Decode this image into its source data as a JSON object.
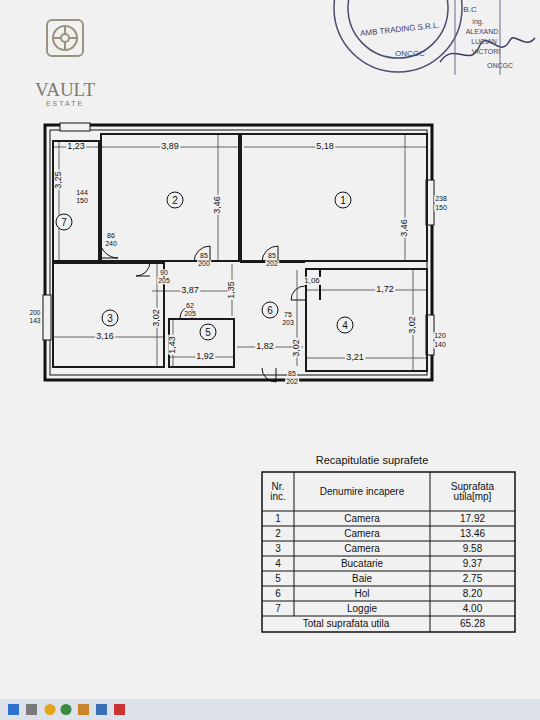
{
  "diagram": {
    "title": "Recapitulatie suprafete",
    "nodes": [
      {
        "text": [
          "7"
        ]
      },
      {
        "text": [
          "2"
        ]
      },
      {
        "text": [
          "1"
        ]
      },
      {
        "text": [
          "3"
        ]
      },
      {
        "text": [
          "5"
        ]
      },
      {
        "text": [
          "6"
        ]
      },
      {
        "text": [
          "4"
        ]
      }
    ],
    "labels": [
      "VAULT",
      "ESTATE",
      "AMB TRADING S.R.L.",
      "ONCGC",
      "B.C",
      "ing.",
      "ALEXAND",
      "LUCIAN",
      "VICTORI",
      "ONCGC",
      "1,23",
      "3,89",
      "5,18",
      "3,25",
      "3,46",
      "3,46",
      "144",
      "150",
      "86",
      "240",
      "238",
      "150",
      "85",
      "200",
      "85",
      "202",
      "90",
      "205",
      "3,87",
      "1,35",
      "62",
      "205",
      "1,06",
      "1,72",
      "75",
      "203",
      "3,02",
      "3,02",
      "3,02",
      "3,16",
      "1,43",
      "1,92",
      "1,82",
      "3,21",
      "120",
      "140",
      "200",
      "143",
      "85",
      "202",
      "Nr. inc.",
      "Denumire incapere",
      "Suprafata utila[mp]",
      "1",
      "Camera",
      "17.92",
      "2",
      "Camera",
      "13.46",
      "3",
      "Camera",
      "9.58",
      "4",
      "Bucatarie",
      "9.37",
      "5",
      "Baie",
      "2.75",
      "6",
      "Hol",
      "8.20",
      "7",
      "Loggie",
      "4.00",
      "Total suprafata utila",
      "65.28"
    ]
  }
}
